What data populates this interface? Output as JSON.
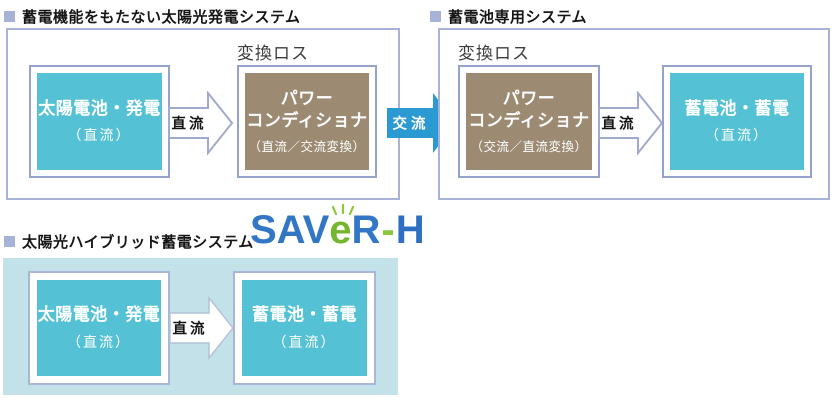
{
  "colors": {
    "teal_box": "#54c2d4",
    "brown_box": "#9c8b72",
    "outer_border": "#a8b2d8",
    "inner_border": "#94a2cc",
    "blue_arrow": "#2b9ad3",
    "panel_bg": "#c3e1e8",
    "bullet": "#a6b2d8",
    "logo_blue": "#3277c6",
    "logo_green": "#76b62e"
  },
  "sections": {
    "no_storage": {
      "title": "蓄電機能をもたない太陽光発電システム",
      "loss_label": "変換ロス",
      "solar_box": {
        "line1": "太陽電池・発電",
        "line2": "（直流）"
      },
      "arrow_label": "直流",
      "conditioner_box": {
        "line1": "パワー",
        "line2": "コンディショナ",
        "line3": "（直流／交流変換）"
      }
    },
    "link": {
      "ac_arrow_label": "交流"
    },
    "battery_only": {
      "title": "蓄電池専用システム",
      "loss_label": "変換ロス",
      "conditioner_box": {
        "line1": "パワー",
        "line2": "コンディショナ",
        "line3": "（交流／直流変換）"
      },
      "arrow_label": "直流",
      "battery_box": {
        "line1": "蓄電池・蓄電",
        "line2": "（直流）"
      }
    },
    "hybrid": {
      "title": "太陽光ハイブリッド蓄電システム",
      "logo": {
        "part1": "SAV",
        "part2": "e",
        "part3": "R",
        "hyphen": "-",
        "part4": "H"
      },
      "solar_box": {
        "line1": "太陽電池・発電",
        "line2": "（直流）"
      },
      "arrow_label": "直流",
      "battery_box": {
        "line1": "蓄電池・蓄電",
        "line2": "（直流）"
      }
    }
  }
}
